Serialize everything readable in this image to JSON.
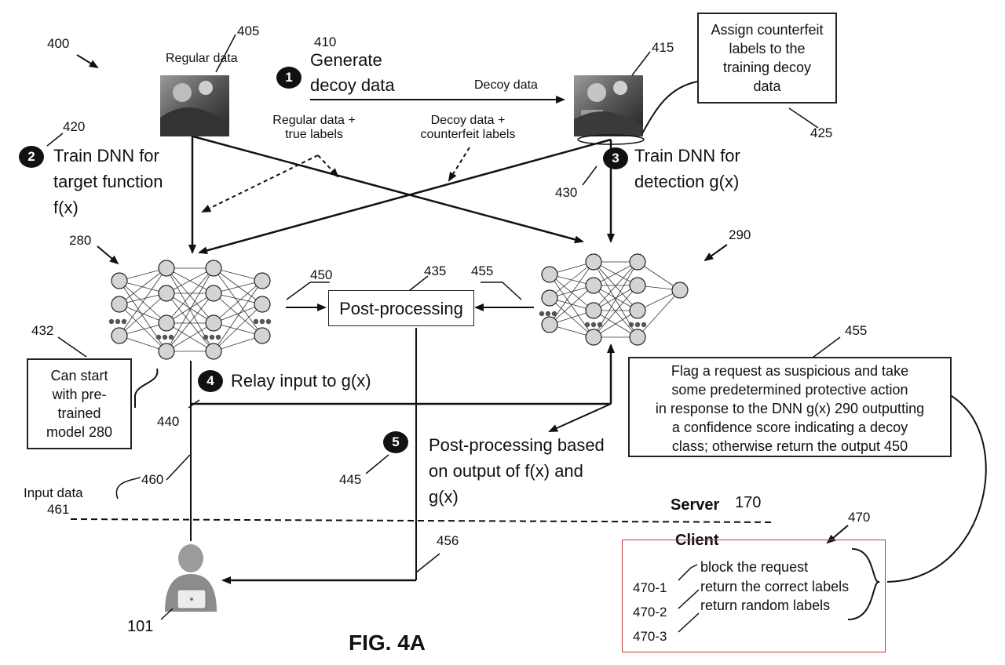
{
  "figure": {
    "ref_main": "400",
    "caption": "FIG. 4A"
  },
  "images": {
    "regular_ref": "405",
    "regular_label": "Regular data",
    "decoy_ref": "415"
  },
  "steps": {
    "s1": {
      "num": "1",
      "ref": "410",
      "text_l1": "Generate",
      "text_l2": "decoy data"
    },
    "s2": {
      "num": "2",
      "ref": "420",
      "text_l1": "Train DNN for",
      "text_l2": "target function",
      "text_l3": "f(x)"
    },
    "s3": {
      "num": "3",
      "ref": "430",
      "text_l1": "Train DNN for",
      "text_l2": "detection g(x)"
    },
    "s4": {
      "num": "4",
      "ref": "440",
      "text": "Relay input to g(x)"
    },
    "s5": {
      "num": "5",
      "ref": "445",
      "text_l1": "Post-processing based",
      "text_l2": "on output of f(x) and",
      "text_l3": "g(x)"
    }
  },
  "flows": {
    "decoy_data": "Decoy data",
    "regular_true_l1": "Regular data +",
    "regular_true_l2": "true labels",
    "decoy_counter_l1": "Decoy data +",
    "decoy_counter_l2": "counterfeit labels"
  },
  "boxes": {
    "assign": {
      "ref": "425",
      "l1": "Assign counterfeit",
      "l2": "labels to the",
      "l3": "training decoy",
      "l4": "data"
    },
    "pretrained": {
      "ref": "432",
      "l1": "Can start",
      "l2": "with pre-",
      "l3": "trained",
      "l4": "model 280"
    },
    "flag": {
      "ref": "455",
      "l1": "Flag a request as suspicious and take",
      "l2": "some predetermined protective action",
      "l3": "in response to the DNN g(x) 290 outputting",
      "l4": "a confidence score indicating a decoy",
      "l5": "class; otherwise return the output 450"
    },
    "post": {
      "ref": "435",
      "label": "Post-processing"
    }
  },
  "networks": {
    "left_ref": "280",
    "right_ref": "290"
  },
  "refs": {
    "r450": "450",
    "r455_in": "455",
    "r456": "456",
    "r460": "460",
    "r470": "470"
  },
  "input": {
    "l1": "Input data",
    "l2": "461"
  },
  "boundary": {
    "server": "Server",
    "server_ref": "170",
    "client": "Client"
  },
  "client": {
    "ref": "101"
  },
  "options": {
    "items": [
      {
        "ref": "470-1",
        "text": "block the request"
      },
      {
        "ref": "470-2",
        "text": "return the correct labels"
      },
      {
        "ref": "470-3",
        "text": "return random labels"
      }
    ]
  },
  "colors": {
    "ink": "#111111",
    "client_frame": "#c23a3a",
    "node_fill": "#d4d4d4"
  }
}
